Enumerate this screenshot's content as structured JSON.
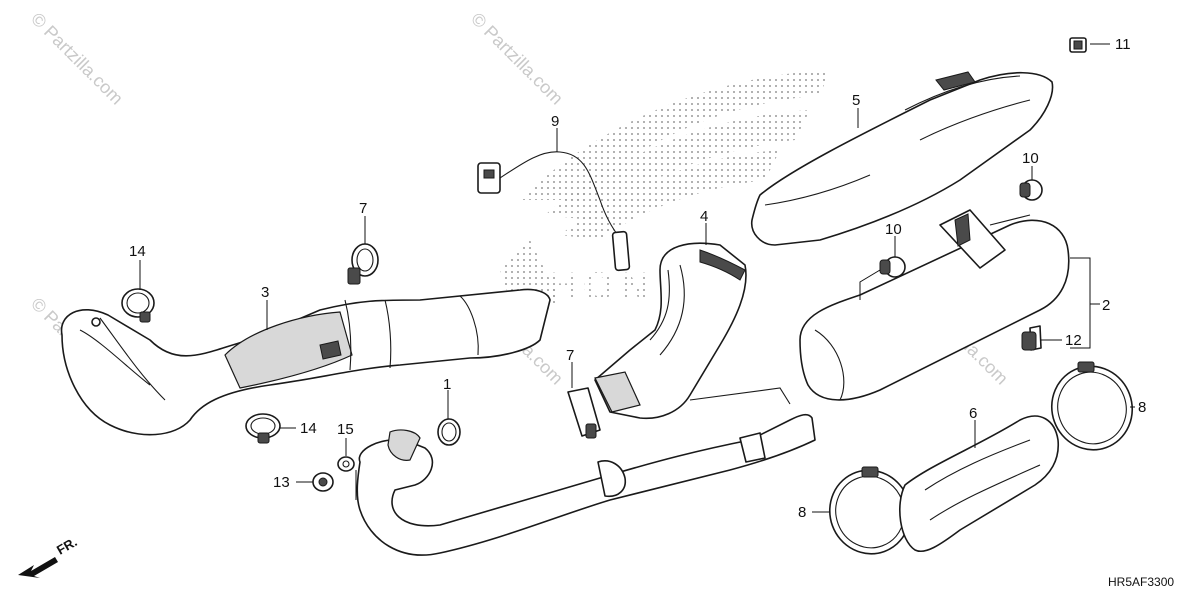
{
  "watermark": "© Partzilla.com",
  "diagram_code": "HR5AF3300",
  "front_indicator": "FR.",
  "background_logo": "HONDA",
  "callouts": [
    "1",
    "2",
    "3",
    "4",
    "5",
    "6",
    "7",
    "7",
    "8",
    "8",
    "9",
    "10",
    "10",
    "11",
    "12",
    "13",
    "14",
    "14",
    "15"
  ]
}
